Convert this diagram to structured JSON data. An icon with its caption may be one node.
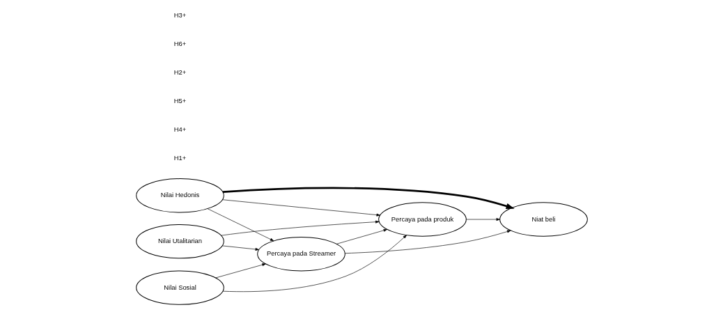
{
  "diagram": {
    "nodes": [
      {
        "text": [
          "Nilai Utalitarian"
        ]
      },
      {
        "text": [
          "Nilai Hedonis"
        ]
      },
      {
        "text": [
          "Nilai Sosial"
        ]
      },
      {
        "text": [
          "Percaya pada Streamer"
        ]
      },
      {
        "text": [
          "Percaya pada produk"
        ]
      },
      {
        "text": [
          "Niat beli"
        ]
      }
    ],
    "edges": [
      {
        "from": 0,
        "to": 3,
        "arrow": "to"
      },
      {
        "from": 0,
        "to": 4,
        "arrow": "to"
      },
      {
        "from": 1,
        "to": 3,
        "arrow": "to"
      },
      {
        "from": 1,
        "to": 4,
        "arrow": "to"
      },
      {
        "from": 1,
        "to": 5,
        "arrow": "to",
        "style": "thick"
      },
      {
        "from": 2,
        "to": 3,
        "arrow": "to"
      },
      {
        "from": 2,
        "to": 4,
        "arrow": "to"
      },
      {
        "from": 3,
        "to": 4,
        "arrow": "to"
      },
      {
        "from": 3,
        "to": 5,
        "arrow": "to"
      },
      {
        "from": 4,
        "to": 5,
        "arrow": "to"
      }
    ],
    "labels": [
      "H1+",
      "H4+",
      "H5+",
      "H2+",
      "H6+",
      "H3+"
    ]
  }
}
